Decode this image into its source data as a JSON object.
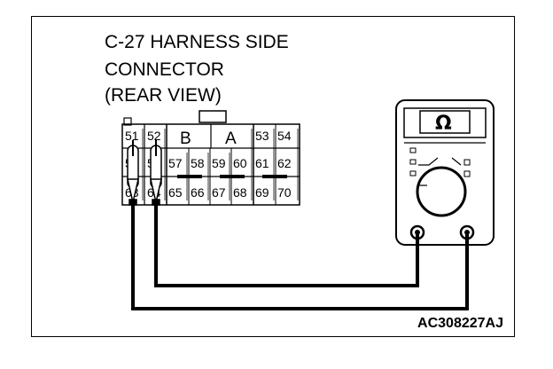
{
  "diagram": {
    "title_lines": [
      "C-27 HARNESS SIDE",
      "CONNECTOR",
      "(REAR VIEW)"
    ],
    "figure_code": "AC308227AJ",
    "connector": {
      "top_row": [
        "51",
        "52",
        "B",
        "A",
        "53",
        "54"
      ],
      "mid_row": [
        "55",
        "56",
        "57",
        "58",
        "59",
        "60",
        "61",
        "62"
      ],
      "bottom_row": [
        "63",
        "64",
        "65",
        "66",
        "67",
        "68",
        "69",
        "70"
      ]
    },
    "meter": {
      "symbol": "Ω"
    }
  }
}
